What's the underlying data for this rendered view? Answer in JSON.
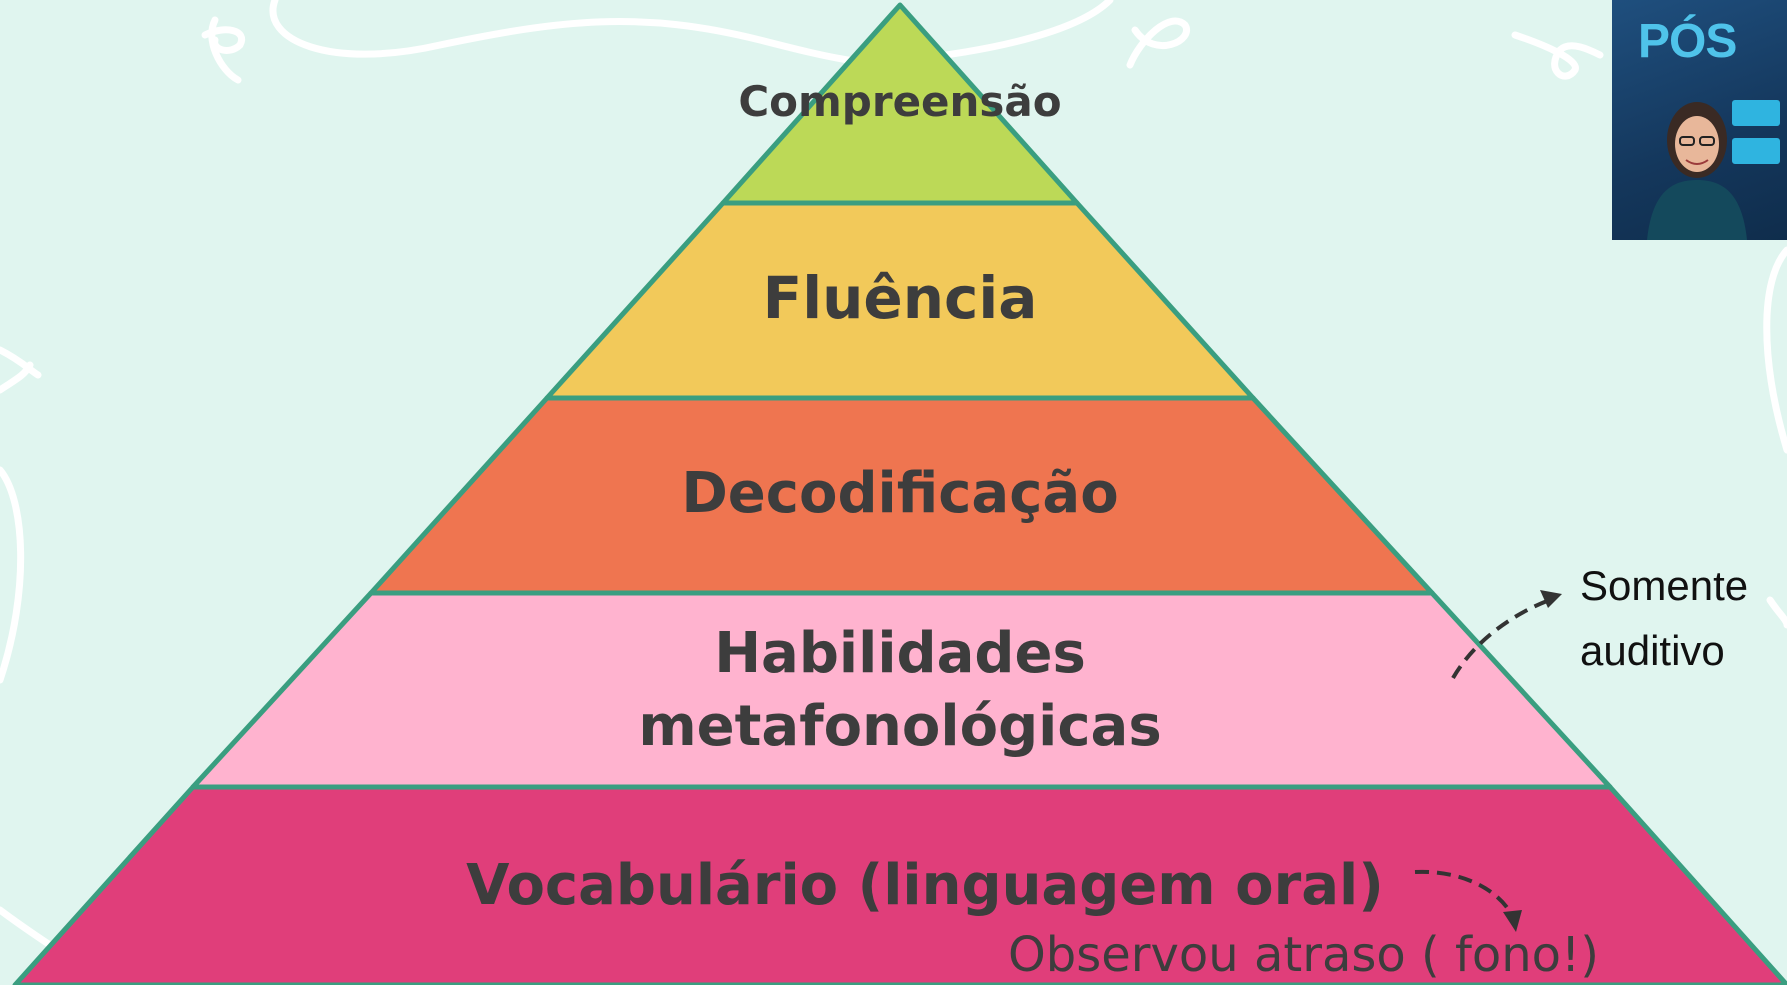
{
  "pyramid": {
    "levels": [
      {
        "label": "Compreensão",
        "color": "#bcd957"
      },
      {
        "label": "Fluência",
        "color": "#f2c95a"
      },
      {
        "label": "Decodificação",
        "color": "#ef7550"
      },
      {
        "label_line1": "Habilidades",
        "label_line2": "metafonológicas",
        "color": "#ffb3cf"
      },
      {
        "label": "Vocabulário (linguagem oral)",
        "color": "#e03e7a"
      }
    ],
    "outline_color": "#3a9e80"
  },
  "annotations": {
    "auditory_line1": "Somente",
    "auditory_line2": "auditivo",
    "speech_therapy": "Observou atraso ( fono!)"
  },
  "promo": {
    "title": "PÓS"
  }
}
